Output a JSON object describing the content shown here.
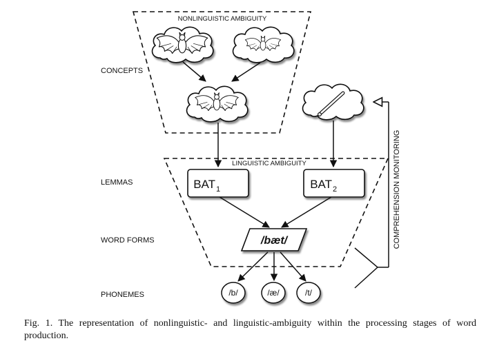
{
  "figure": {
    "levels": {
      "concepts": "CONCEPTS",
      "lemmas": "LEMMAS",
      "word_forms": "WORD FORMS",
      "phonemes": "PHONEMES"
    },
    "regions": {
      "nonlinguistic": "NONLINGUISTIC AMBIGUITY",
      "linguistic": "LINGUISTIC AMBIGUITY"
    },
    "lemmas": [
      {
        "word": "BAT",
        "index": "1"
      },
      {
        "word": "BAT",
        "index": "2"
      }
    ],
    "word_form": "/bæt/",
    "phonemes": [
      "/b/",
      "/æ/",
      "/t/"
    ],
    "monitoring": "COMPREHENSION MONITORING",
    "concept_icons": [
      "bat-animal-icon",
      "bat-animal-icon",
      "bat-animal-icon",
      "baseball-bat-icon"
    ]
  },
  "caption": "Fig. 1. The representation of nonlinguistic- and linguistic-ambiguity within the processing stages of word production."
}
